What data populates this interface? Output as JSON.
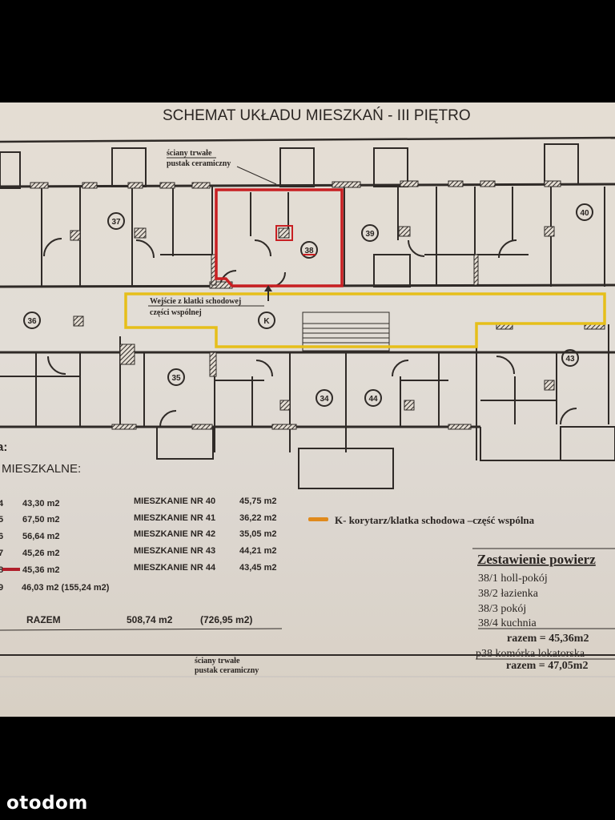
{
  "title": "SCHEMAT UKŁADU MIESZKAŃ - III PIĘTRO",
  "wall_note": {
    "line1": "ściany trwałe",
    "line2": "pustak ceramiczny"
  },
  "entrance_note": {
    "line1": "Wejście z klatki schodowej",
    "line2": "części wspólnej"
  },
  "unit_labels": [
    "37",
    "38",
    "39",
    "40",
    "36",
    "K",
    "35",
    "34",
    "44",
    "43"
  ],
  "areas": {
    "heading_cut": "a:",
    "subheading": "MIESZKALNE:",
    "left": [
      {
        "nr": "4",
        "area": "43,30 m2"
      },
      {
        "nr": "5",
        "area": "67,50 m2"
      },
      {
        "nr": "6",
        "area": "56,64 m2"
      },
      {
        "nr": "7",
        "area": "45,26 m2"
      },
      {
        "nr": "8",
        "area": "45,36 m2"
      },
      {
        "nr": "9",
        "area": "46,03 m2 (155,24 m2)"
      }
    ],
    "right": [
      {
        "label": "MIESZKANIE NR 40",
        "area": "45,75 m2"
      },
      {
        "label": "MIESZKANIE NR 41",
        "area": "36,22 m2"
      },
      {
        "label": "MIESZKANIE NR 42",
        "area": "35,05 m2"
      },
      {
        "label": "MIESZKANIE NR 43",
        "area": "44,21 m2"
      },
      {
        "label": "MIESZKANIE NR 44",
        "area": "43,45 m2"
      }
    ],
    "total_label": "RAZEM",
    "total": "508,74 m2",
    "total_alt": "(726,95 m2)"
  },
  "legend": {
    "text": "K- korytarz/klatka schodowa –część wspólna",
    "color": "#e08a1c"
  },
  "summary": {
    "title": "Zestawienie powierz",
    "rows": [
      "38/1  holl-pokój",
      "38/2  łazienka",
      "38/3  pokój",
      "38/4  kuchnia"
    ],
    "subtotal": "razem =   45,36m2",
    "storage": "p38   komórka lokatorska",
    "total": "razem =   47,05m2"
  },
  "colors": {
    "highlight": "#c81f22",
    "corridor": "#e6bf1a",
    "wall": "#2f2a27"
  },
  "watermark": "otodom"
}
